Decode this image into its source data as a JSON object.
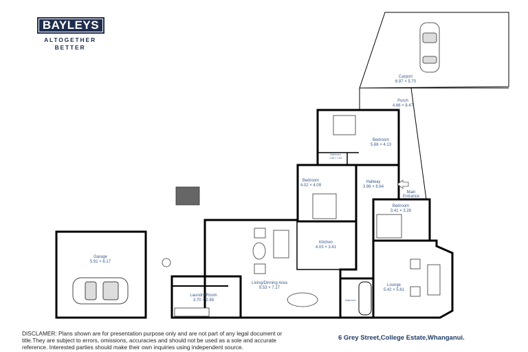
{
  "brand": {
    "name": "BAYLEYS",
    "tagline_1": "ALTOGETHER",
    "tagline_2": "BETTER",
    "color": "#1f2d4d"
  },
  "rooms": {
    "carport": {
      "name": "Carport",
      "dims": "6.97 × 5.70"
    },
    "porch": {
      "name": "Porch",
      "dims": "4.66 × 8.47"
    },
    "bedroom1": {
      "name": "Bedroom",
      "dims": "5.66 × 4.13"
    },
    "ensuite": {
      "name": "Bathroom",
      "dims": "2.68 × 1.59"
    },
    "bedroom2": {
      "name": "Bedroom",
      "dims": "4.02 × 4.09"
    },
    "hallway": {
      "name": "Hallway",
      "dims": "3.96 × 8.64"
    },
    "entrance": {
      "line1": "Main",
      "line2": "Entrance"
    },
    "bedroom3": {
      "name": "Bedroom",
      "dims": "3.41 × 3.28"
    },
    "kitchen": {
      "name": "Kitchen",
      "dims": "4.03 × 3.41"
    },
    "living": {
      "name": "Living/Dinning Area",
      "dims": "9.53 × 7.27"
    },
    "lounge": {
      "name": "Lounge",
      "dims": "5.42 × 5.61"
    },
    "bathroom": {
      "name": "Bathroom"
    },
    "laundry": {
      "name": "Laundry Room",
      "dims": "3.70 × 2.88"
    },
    "garage": {
      "name": "Garage",
      "dims": "5.91 × 6.17"
    }
  },
  "disclaimer": "DISCLAMER: Plans shown are for presentation purpose only and are not part of any legal document or title.They are subject to errors, omissions, accuracies and should not be used as a sole and accurate reference. Interested parties should make their own inquiries using independent source.",
  "address": "6 Grey Street,College Estate,Whanganui.",
  "colors": {
    "label": "#3a5a8a",
    "address": "#1f3d66",
    "wall": "#000000"
  }
}
